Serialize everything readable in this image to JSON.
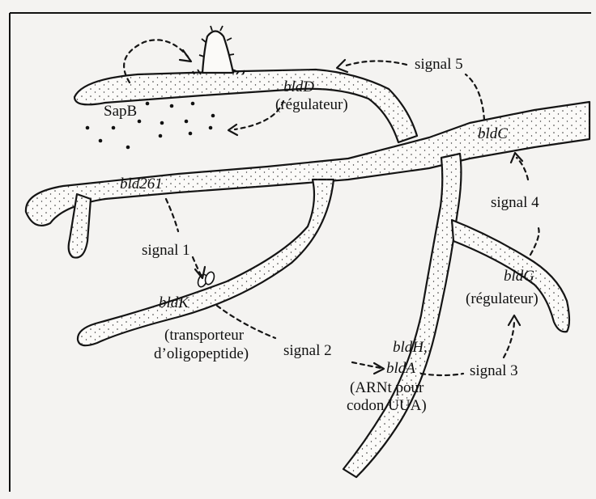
{
  "labels": {
    "sapb": "SapB",
    "bldD": "bldD",
    "bldD_role": "(régulateur)",
    "signal5": "signal 5",
    "bldC": "bldC",
    "bld261": "bld261",
    "signal4": "signal 4",
    "signal1": "signal 1",
    "bldG": "bldG",
    "bldG_role": "(régulateur)",
    "bldK": "bldK",
    "bldK_role_1": "(transporteur",
    "bldK_role_2": "d’oligopeptide)",
    "signal2": "signal 2",
    "bldH": "bldH,",
    "bldA": "bldA",
    "signal3": "signal 3",
    "bldA_role_1": "(ARNt pour",
    "bldA_role_2": "codon UUA)"
  },
  "colors": {
    "background": "#f4f3f1",
    "hypha": "#fbfaf8",
    "ink": "#141414"
  }
}
